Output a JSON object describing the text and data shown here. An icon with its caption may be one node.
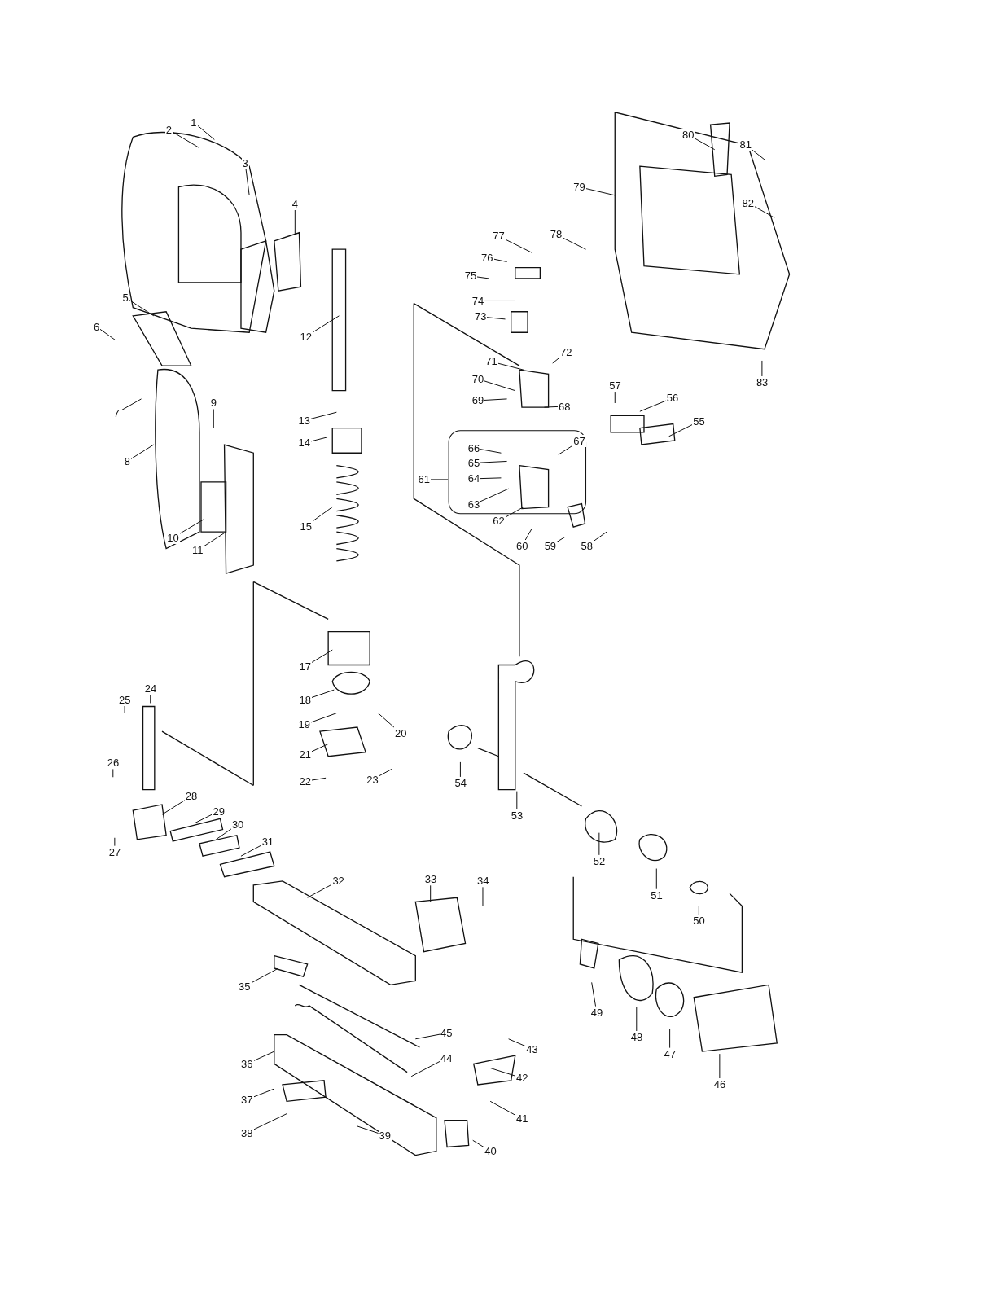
{
  "diagram": {
    "nodes": [
      {
        "text": [
          "1"
        ]
      },
      {
        "text": [
          "2"
        ]
      },
      {
        "text": [
          "3"
        ]
      },
      {
        "text": [
          "4"
        ]
      },
      {
        "text": [
          "5"
        ]
      },
      {
        "text": [
          "6"
        ]
      },
      {
        "text": [
          "7"
        ]
      },
      {
        "text": [
          "8"
        ]
      },
      {
        "text": [
          "9"
        ]
      },
      {
        "text": [
          "10"
        ]
      },
      {
        "text": [
          "11"
        ]
      },
      {
        "text": [
          "12"
        ]
      },
      {
        "text": [
          "13"
        ]
      },
      {
        "text": [
          "14"
        ]
      },
      {
        "text": [
          "15"
        ]
      },
      {
        "text": [
          "17"
        ]
      },
      {
        "text": [
          "18"
        ]
      },
      {
        "text": [
          "19"
        ]
      },
      {
        "text": [
          "20"
        ]
      },
      {
        "text": [
          "21"
        ]
      },
      {
        "text": [
          "22"
        ]
      },
      {
        "text": [
          "23"
        ]
      },
      {
        "text": [
          "24"
        ]
      },
      {
        "text": [
          "25"
        ]
      },
      {
        "text": [
          "26"
        ]
      },
      {
        "text": [
          "27"
        ]
      },
      {
        "text": [
          "28"
        ]
      },
      {
        "text": [
          "29"
        ]
      },
      {
        "text": [
          "30"
        ]
      },
      {
        "text": [
          "31"
        ]
      },
      {
        "text": [
          "32"
        ]
      },
      {
        "text": [
          "33"
        ]
      },
      {
        "text": [
          "34"
        ]
      },
      {
        "text": [
          "35"
        ]
      },
      {
        "text": [
          "36"
        ]
      },
      {
        "text": [
          "37"
        ]
      },
      {
        "text": [
          "38"
        ]
      },
      {
        "text": [
          "39"
        ]
      },
      {
        "text": [
          "40"
        ]
      },
      {
        "text": [
          "41"
        ]
      },
      {
        "text": [
          "42"
        ]
      },
      {
        "text": [
          "43"
        ]
      },
      {
        "text": [
          "44"
        ]
      },
      {
        "text": [
          "45"
        ]
      },
      {
        "text": [
          "46"
        ]
      },
      {
        "text": [
          "47"
        ]
      },
      {
        "text": [
          "48"
        ]
      },
      {
        "text": [
          "49"
        ]
      },
      {
        "text": [
          "50"
        ]
      },
      {
        "text": [
          "51"
        ]
      },
      {
        "text": [
          "52"
        ]
      },
      {
        "text": [
          "53"
        ]
      },
      {
        "text": [
          "54"
        ]
      },
      {
        "text": [
          "55"
        ]
      },
      {
        "text": [
          "56"
        ]
      },
      {
        "text": [
          "57"
        ]
      },
      {
        "text": [
          "58"
        ]
      },
      {
        "text": [
          "59"
        ]
      },
      {
        "text": [
          "60"
        ]
      },
      {
        "text": [
          "61"
        ]
      },
      {
        "text": [
          "62"
        ]
      },
      {
        "text": [
          "63"
        ]
      },
      {
        "text": [
          "64"
        ]
      },
      {
        "text": [
          "65"
        ]
      },
      {
        "text": [
          "66"
        ]
      },
      {
        "text": [
          "67"
        ]
      },
      {
        "text": [
          "68"
        ]
      },
      {
        "text": [
          "69"
        ]
      },
      {
        "text": [
          "70"
        ]
      },
      {
        "text": [
          "71"
        ]
      },
      {
        "text": [
          "72"
        ]
      },
      {
        "text": [
          "73"
        ]
      },
      {
        "text": [
          "74"
        ]
      },
      {
        "text": [
          "75"
        ]
      },
      {
        "text": [
          "76"
        ]
      },
      {
        "text": [
          "77"
        ]
      },
      {
        "text": [
          "78"
        ]
      },
      {
        "text": [
          "79"
        ]
      },
      {
        "text": [
          "80"
        ]
      },
      {
        "text": [
          "81"
        ]
      },
      {
        "text": [
          "82"
        ]
      },
      {
        "text": [
          "83"
        ]
      }
    ],
    "edges": [
      {
        "from": 0,
        "to": null,
        "arrow": "none"
      },
      {
        "from": 1,
        "to": null,
        "arrow": "none"
      },
      {
        "from": 2,
        "to": null,
        "arrow": "none"
      },
      {
        "from": 3,
        "to": null,
        "arrow": "none"
      },
      {
        "from": 4,
        "to": null,
        "arrow": "none"
      },
      {
        "from": 5,
        "to": null,
        "arrow": "none"
      },
      {
        "from": 6,
        "to": null,
        "arrow": "none"
      },
      {
        "from": 7,
        "to": null,
        "arrow": "none"
      },
      {
        "from": 8,
        "to": null,
        "arrow": "none"
      },
      {
        "from": 9,
        "to": null,
        "arrow": "none"
      },
      {
        "from": 10,
        "to": null,
        "arrow": "none"
      },
      {
        "from": 11,
        "to": null,
        "arrow": "none"
      },
      {
        "from": 12,
        "to": null,
        "arrow": "none"
      },
      {
        "from": 13,
        "to": null,
        "arrow": "none"
      },
      {
        "from": 14,
        "to": null,
        "arrow": "none"
      },
      {
        "from": 15,
        "to": null,
        "arrow": "none"
      },
      {
        "from": 16,
        "to": null,
        "arrow": "none"
      },
      {
        "from": 17,
        "to": null,
        "arrow": "none"
      },
      {
        "from": 18,
        "to": null,
        "arrow": "none"
      },
      {
        "from": 19,
        "to": null,
        "arrow": "none"
      },
      {
        "from": 20,
        "to": null,
        "arrow": "none"
      },
      {
        "from": 21,
        "to": null,
        "arrow": "none"
      },
      {
        "from": 22,
        "to": null,
        "arrow": "none"
      },
      {
        "from": 23,
        "to": null,
        "arrow": "none"
      },
      {
        "from": 24,
        "to": null,
        "arrow": "none"
      },
      {
        "from": 25,
        "to": null,
        "arrow": "none"
      },
      {
        "from": 26,
        "to": null,
        "arrow": "none"
      },
      {
        "from": 27,
        "to": null,
        "arrow": "none"
      },
      {
        "from": 28,
        "to": null,
        "arrow": "none"
      },
      {
        "from": 29,
        "to": null,
        "arrow": "none"
      },
      {
        "from": 30,
        "to": null,
        "arrow": "none"
      },
      {
        "from": 31,
        "to": null,
        "arrow": "none"
      },
      {
        "from": 32,
        "to": null,
        "arrow": "none"
      },
      {
        "from": 33,
        "to": null,
        "arrow": "none"
      },
      {
        "from": 34,
        "to": null,
        "arrow": "none"
      },
      {
        "from": 35,
        "to": null,
        "arrow": "none"
      },
      {
        "from": 36,
        "to": null,
        "arrow": "none"
      },
      {
        "from": 37,
        "to": null,
        "arrow": "none"
      },
      {
        "from": 38,
        "to": null,
        "arrow": "none"
      },
      {
        "from": 39,
        "to": null,
        "arrow": "none"
      },
      {
        "from": 40,
        "to": null,
        "arrow": "none"
      },
      {
        "from": 41,
        "to": null,
        "arrow": "none"
      },
      {
        "from": 42,
        "to": null,
        "arrow": "none"
      },
      {
        "from": 43,
        "to": null,
        "arrow": "none"
      },
      {
        "from": 44,
        "to": null,
        "arrow": "none"
      },
      {
        "from": 45,
        "to": null,
        "arrow": "none"
      },
      {
        "from": 46,
        "to": null,
        "arrow": "none"
      },
      {
        "from": 47,
        "to": null,
        "arrow": "none"
      },
      {
        "from": 48,
        "to": null,
        "arrow": "none"
      },
      {
        "from": 49,
        "to": null,
        "arrow": "none"
      },
      {
        "from": 50,
        "to": null,
        "arrow": "none"
      },
      {
        "from": 51,
        "to": null,
        "arrow": "none"
      },
      {
        "from": 52,
        "to": null,
        "arrow": "none"
      },
      {
        "from": 53,
        "to": null,
        "arrow": "none"
      },
      {
        "from": 54,
        "to": null,
        "arrow": "none"
      },
      {
        "from": 55,
        "to": null,
        "arrow": "none"
      },
      {
        "from": 56,
        "to": null,
        "arrow": "none"
      },
      {
        "from": 57,
        "to": null,
        "arrow": "none"
      },
      {
        "from": 58,
        "to": null,
        "arrow": "none"
      },
      {
        "from": 59,
        "to": null,
        "arrow": "none"
      },
      {
        "from": 60,
        "to": null,
        "arrow": "none"
      },
      {
        "from": 61,
        "to": null,
        "arrow": "none"
      },
      {
        "from": 62,
        "to": null,
        "arrow": "none"
      },
      {
        "from": 63,
        "to": null,
        "arrow": "none"
      },
      {
        "from": 64,
        "to": null,
        "arrow": "none"
      },
      {
        "from": 65,
        "to": null,
        "arrow": "none"
      },
      {
        "from": 66,
        "to": null,
        "arrow": "none"
      },
      {
        "from": 67,
        "to": null,
        "arrow": "none"
      },
      {
        "from": 68,
        "to": null,
        "arrow": "none"
      },
      {
        "from": 69,
        "to": null,
        "arrow": "none"
      },
      {
        "from": 70,
        "to": null,
        "arrow": "none"
      },
      {
        "from": 71,
        "to": null,
        "arrow": "none"
      },
      {
        "from": 72,
        "to": null,
        "arrow": "none"
      },
      {
        "from": 73,
        "to": null,
        "arrow": "none"
      },
      {
        "from": 74,
        "to": null,
        "arrow": "none"
      },
      {
        "from": 75,
        "to": null,
        "arrow": "none"
      },
      {
        "from": 76,
        "to": null,
        "arrow": "none"
      },
      {
        "from": 77,
        "to": null,
        "arrow": "none"
      },
      {
        "from": 78,
        "to": null,
        "arrow": "none"
      },
      {
        "from": 79,
        "to": null,
        "arrow": "none"
      },
      {
        "from": 80,
        "to": null,
        "arrow": "none"
      },
      {
        "from": 81,
        "to": null,
        "arrow": "none"
      }
    ]
  }
}
